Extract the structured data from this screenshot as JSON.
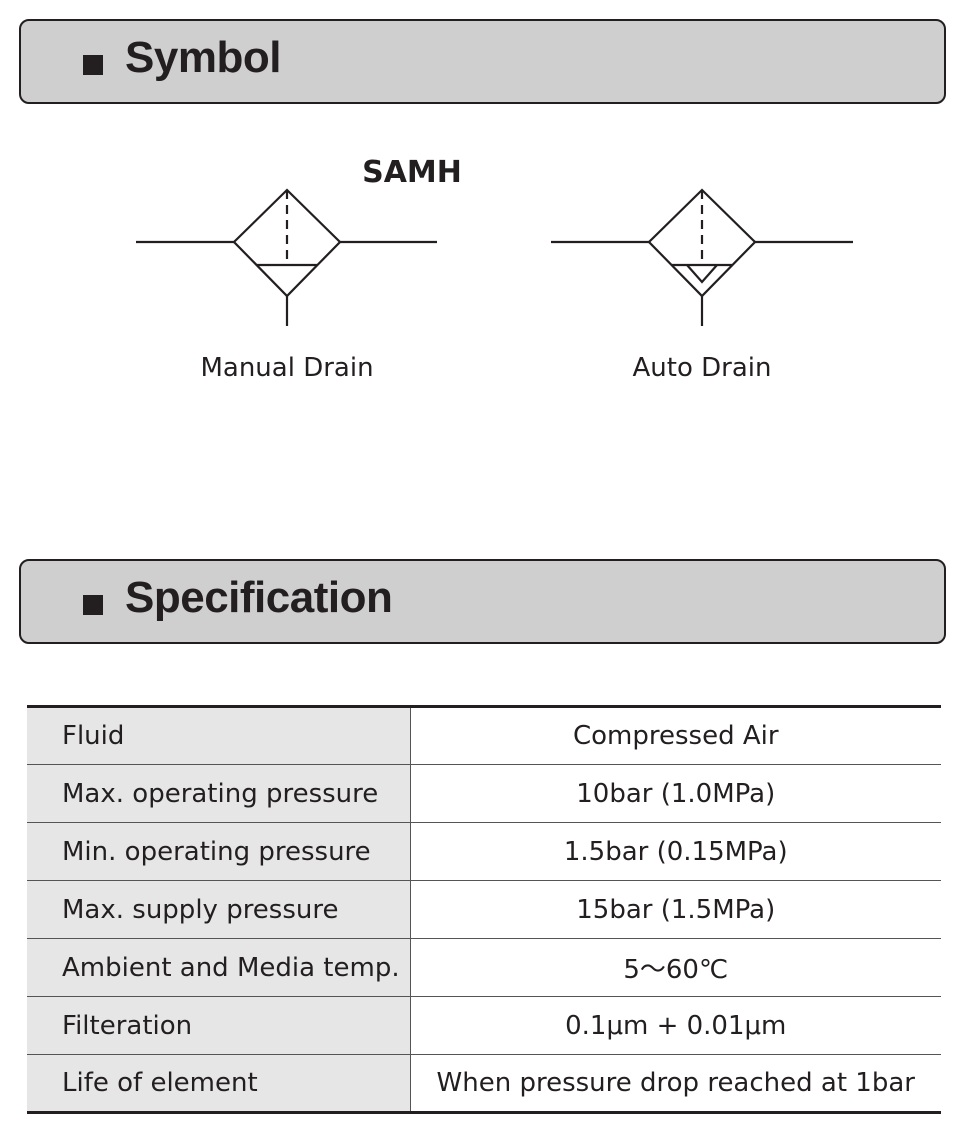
{
  "symbol_section": {
    "title": "Symbol",
    "model": "SAMH",
    "manual_label": "Manual Drain",
    "auto_label": "Auto Drain"
  },
  "spec_section": {
    "title": "Specification",
    "rows": [
      {
        "label": "Fluid",
        "value": "Compressed Air"
      },
      {
        "label": "Max. operating pressure",
        "value": "10bar (1.0MPa)"
      },
      {
        "label": "Min. operating pressure",
        "value": "1.5bar (0.15MPa)"
      },
      {
        "label": "Max. supply pressure",
        "value": "15bar (1.5MPa)"
      },
      {
        "label": "Ambient and Media temp.",
        "value": "5～60℃"
      },
      {
        "label": "Filteration",
        "value": "0.1μm + 0.01μm"
      },
      {
        "label": "Life of element",
        "value": "When pressure drop reached at 1bar"
      }
    ]
  }
}
